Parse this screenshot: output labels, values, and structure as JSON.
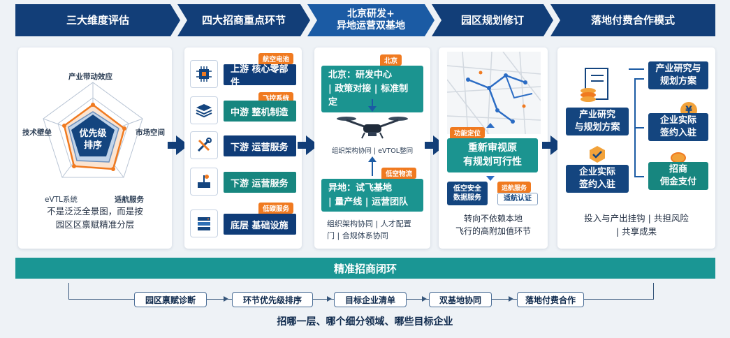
{
  "header": {
    "steps": [
      "三大维度评估",
      "四大招商重点环节",
      [
        "北京研发+",
        "异地运营双基地"
      ],
      "园区规划修订",
      "落地付费合作模式"
    ]
  },
  "panel1": {
    "radar_labels": {
      "top": "产业带动效应",
      "left": "技术壁垒",
      "right": "市场空间",
      "bottom_left": "eVTL系统",
      "bottom_right": "适航服务"
    },
    "center_label": [
      "优先级",
      "排序"
    ],
    "caption": [
      "不是泛泛全景图，而是按",
      "园区区禀赋精准分层"
    ]
  },
  "panel2": {
    "rows": [
      {
        "label": "上游 核心零部件",
        "tag": "航空电池",
        "icon": "chip-icon",
        "style": "navy"
      },
      {
        "label": "中游 整机制造",
        "tag": "飞控系统",
        "icon": "layers-icon",
        "style": "teal"
      },
      {
        "label": "下游 运营服务",
        "tag": "",
        "icon": "tools-icon",
        "style": "navy"
      },
      {
        "label": "下游 运营服务",
        "tag": "",
        "icon": "station-icon",
        "style": "teal"
      },
      {
        "label": "底层 基础设施",
        "tag": "低碳服务",
        "icon": "server-icon",
        "style": "navy"
      }
    ]
  },
  "panel3": {
    "top_tag": "北京",
    "top_box": [
      "北京：研发中心",
      "| 政策对接 | 标准制定"
    ],
    "mid_text": "组织架构协同 | eVTOL整同",
    "bottom_tag": "低空物流",
    "bottom_box": [
      "异地：试飞基地",
      "| 量产线 | 运营团队"
    ],
    "caption": [
      "组织架构协同 | 人才配置",
      "门 | 合规体系协同"
    ]
  },
  "panel4": {
    "tag": "功能定位",
    "box": [
      "重新审视原",
      "有规划可行性"
    ],
    "chip_left": [
      "低空安全",
      "数据服务"
    ],
    "chip_right_tag": "运航服务",
    "chip_right": "适航认证",
    "caption": [
      "转向不依赖本地",
      "飞行的高附加值环节"
    ]
  },
  "panel5": {
    "left_top": [
      "产业研究",
      "与规划方案"
    ],
    "left_bottom": [
      "企业实际",
      "签约入驻"
    ],
    "right_1": [
      "产业研究与",
      "规划方案"
    ],
    "right_2": [
      "企业实际",
      "签约入驻"
    ],
    "right_3": [
      "招商",
      "佣金支付"
    ],
    "caption": [
      "投入与产出挂钩 | 共担风险",
      "| 共享成果"
    ]
  },
  "bottom": {
    "bar_title": "精准招商闭环",
    "chips": [
      "园区禀赋诊断",
      "环节优先级排序",
      "目标企业清单",
      "双基地协同",
      "落地付费合作"
    ],
    "tagline": "招哪一层、哪个细分领域、哪些目标企业"
  },
  "colors": {
    "navy": "#123e78",
    "teal": "#1a9694",
    "orange": "#f07a20"
  }
}
